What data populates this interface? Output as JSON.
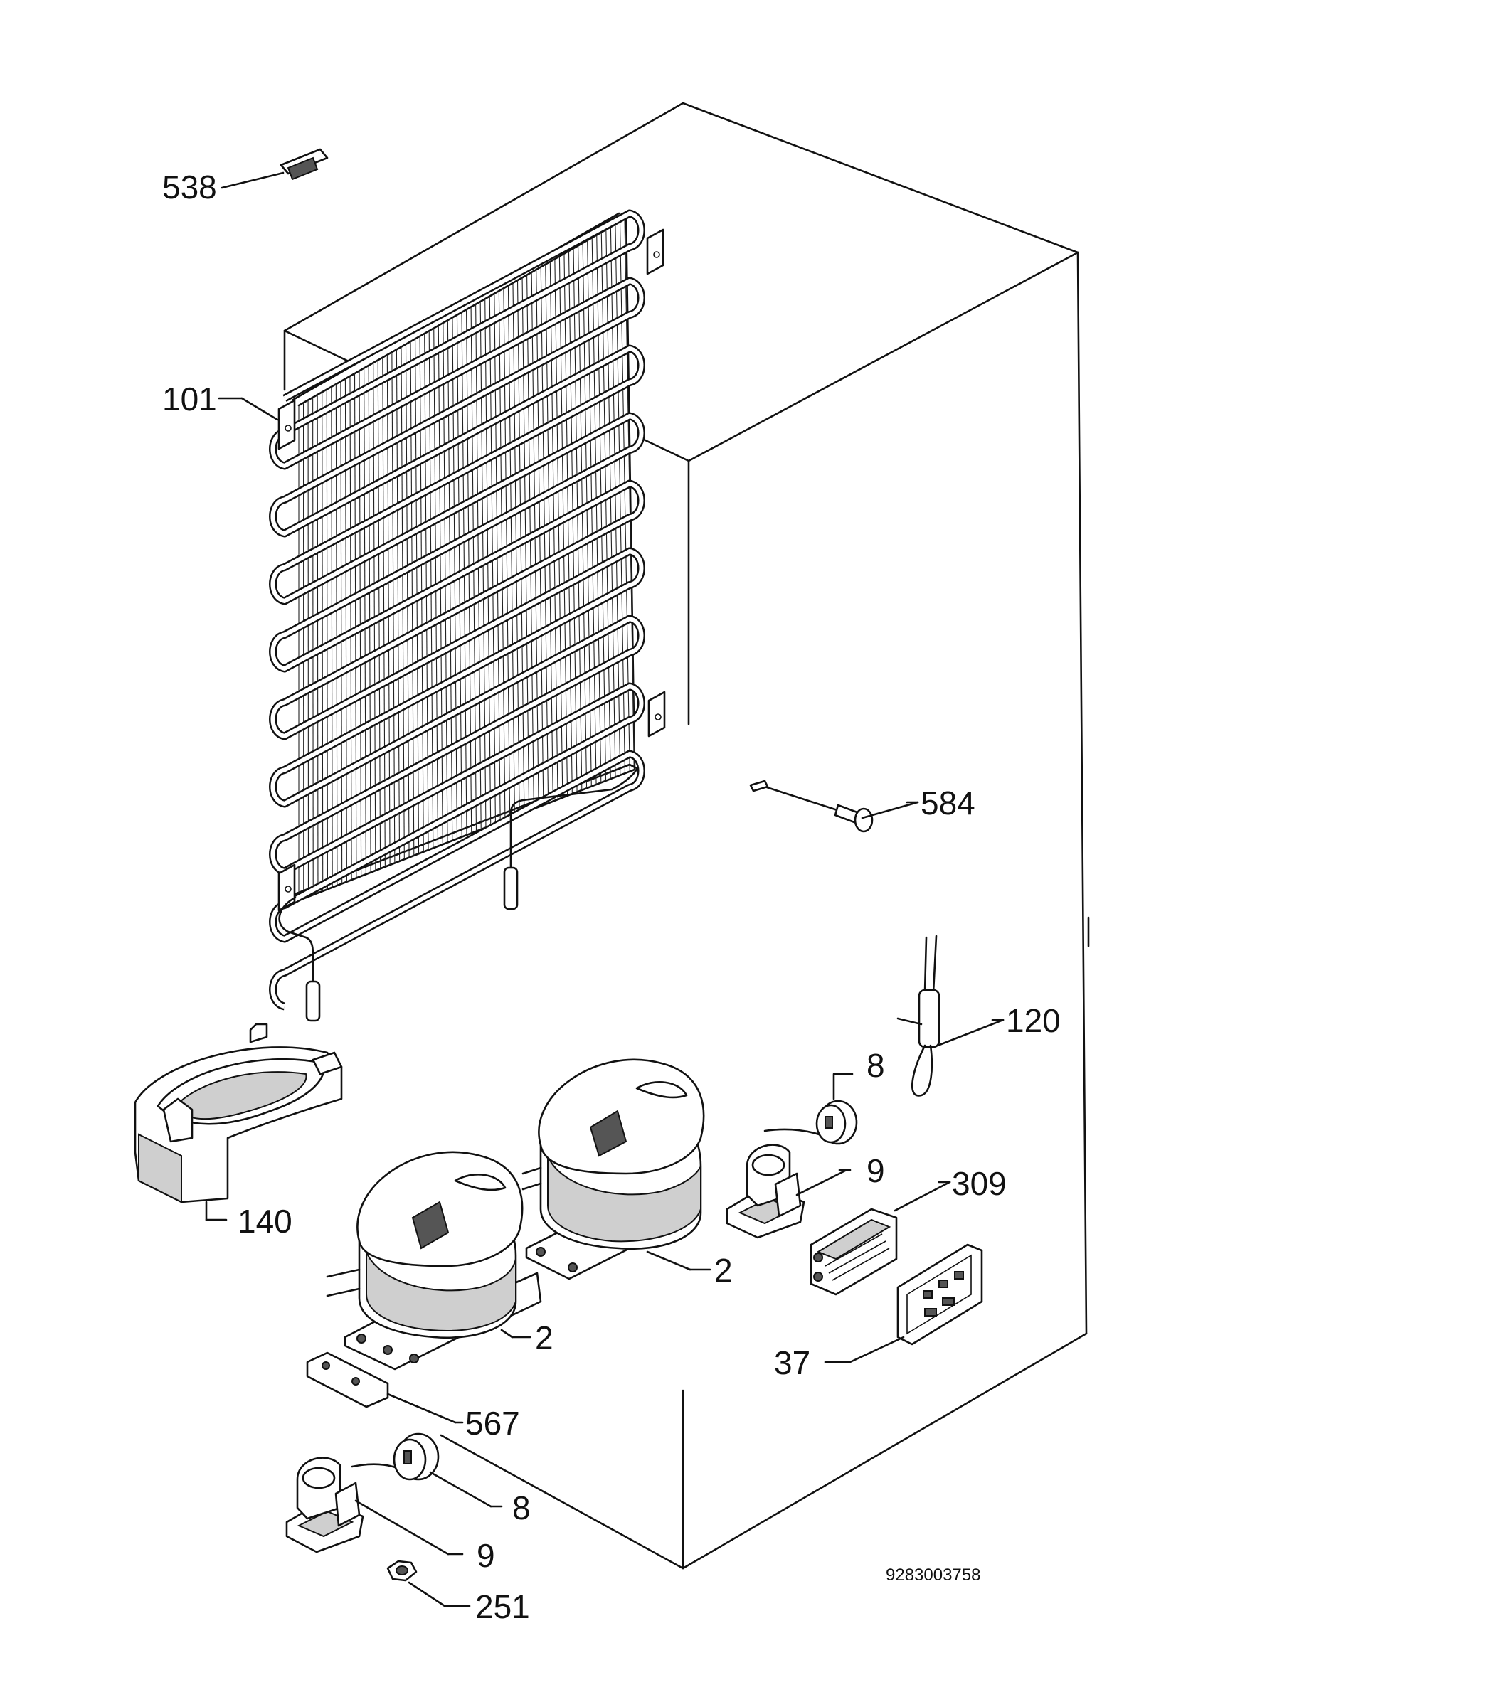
{
  "diagram": {
    "drawing_number": "9283003758",
    "callouts": [
      {
        "id": "c538",
        "label": "538",
        "part": "condenser clip"
      },
      {
        "id": "c101",
        "label": "101",
        "part": "condenser"
      },
      {
        "id": "c584",
        "label": "584",
        "part": "sensor"
      },
      {
        "id": "c120",
        "label": "120",
        "part": "dryer filter"
      },
      {
        "id": "c8a",
        "label": "8",
        "part": "overload protector"
      },
      {
        "id": "c9a",
        "label": "9",
        "part": "relay"
      },
      {
        "id": "c309",
        "label": "309",
        "part": "control board"
      },
      {
        "id": "c140",
        "label": "140",
        "part": "drip tray"
      },
      {
        "id": "c2a",
        "label": "2",
        "part": "compressor"
      },
      {
        "id": "c2b",
        "label": "2",
        "part": "compressor"
      },
      {
        "id": "c37",
        "label": "37",
        "part": "module"
      },
      {
        "id": "c567",
        "label": "567",
        "part": "mounting plate"
      },
      {
        "id": "c8b",
        "label": "8",
        "part": "overload protector"
      },
      {
        "id": "c9b",
        "label": "9",
        "part": "relay"
      },
      {
        "id": "c251",
        "label": "251",
        "part": "nut"
      }
    ]
  }
}
